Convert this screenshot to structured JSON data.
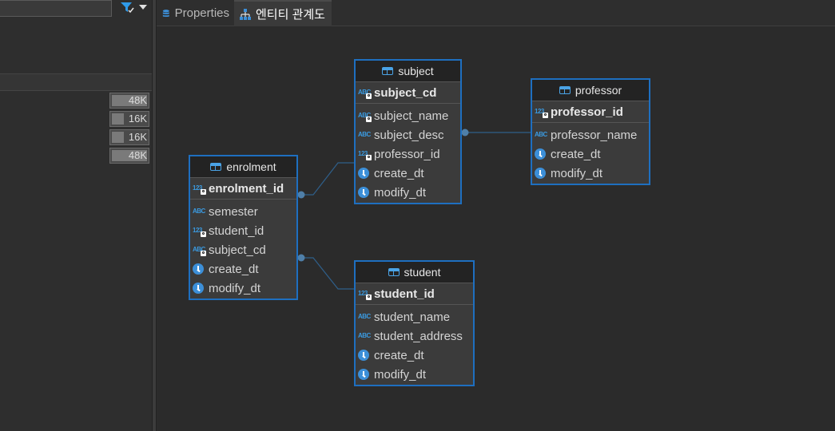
{
  "left_panel": {
    "size_badges": [
      {
        "label": "48K",
        "fill": 0.95
      },
      {
        "label": "16K",
        "fill": 0.33
      },
      {
        "label": "16K",
        "fill": 0.33
      },
      {
        "label": "48K",
        "fill": 0.95
      }
    ]
  },
  "tabs": {
    "properties": "Properties",
    "erd": "엔티티 관계도"
  },
  "erd": {
    "subject": {
      "title": "subject",
      "pk": "subject_cd",
      "columns": [
        "subject_name",
        "subject_desc",
        "professor_id",
        "create_dt",
        "modify_dt"
      ]
    },
    "professor": {
      "title": "professor",
      "pk": "professor_id",
      "columns": [
        "professor_name",
        "create_dt",
        "modify_dt"
      ]
    },
    "enrolment": {
      "title": "enrolment",
      "pk": "enrolment_id",
      "columns": [
        "semester",
        "student_id",
        "subject_cd",
        "create_dt",
        "modify_dt"
      ]
    },
    "student": {
      "title": "student",
      "pk": "student_id",
      "columns": [
        "student_name",
        "student_address",
        "create_dt",
        "modify_dt"
      ]
    }
  },
  "colors": {
    "accent": "#1e6fc0",
    "link": "#2f5f8a",
    "background": "#2b2b2b"
  }
}
